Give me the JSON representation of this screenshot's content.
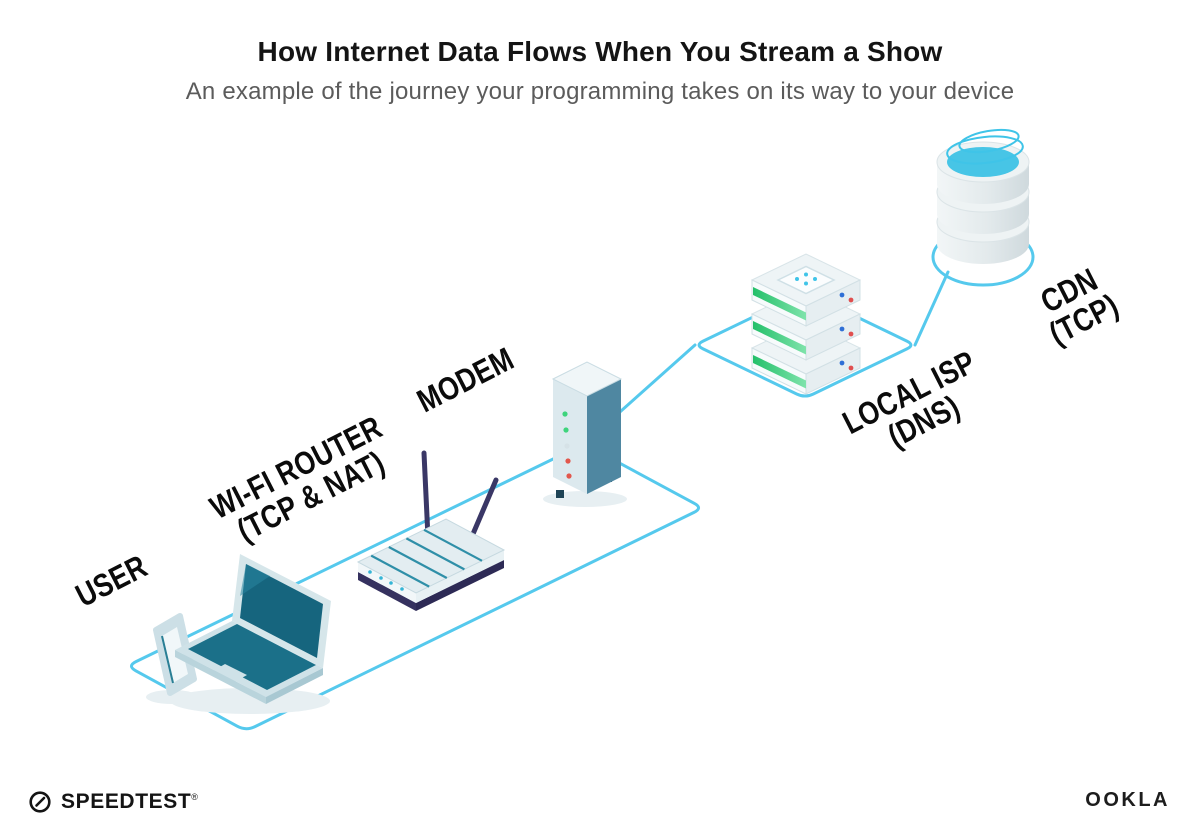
{
  "header": {
    "title": "How Internet Data Flows When You Stream a Show",
    "subtitle": "An example of the journey your programming takes on its way to your device"
  },
  "labels": {
    "user": "USER",
    "router1": "WI-FI ROUTER",
    "router2": "(TCP & NAT)",
    "modem": "MODEM",
    "isp1": "LOCAL ISP",
    "isp2": "(DNS)",
    "cdn1": "CDN",
    "cdn2": "(TCP)"
  },
  "flow_sequence": [
    "USER",
    "WI-FI ROUTER (TCP & NAT)",
    "MODEM",
    "LOCAL ISP (DNS)",
    "CDN (TCP)"
  ],
  "footer": {
    "speedtest": "SPEEDTEST",
    "speedtest_mark": "®",
    "ookla": "OOKLA"
  },
  "colors": {
    "connection_line": "#55c9ed",
    "device_teal_dark": "#16657e",
    "device_teal": "#1b7089",
    "device_light": "#cfe2e8",
    "antenna_navy": "#3a3766",
    "led_green": "#3ed47c",
    "led_red": "#e2574c",
    "led_blue": "#2f6fd6",
    "server_green": "#35d07f",
    "cdn_cyan": "#47c5e6",
    "label_text": "#0b0b0b"
  }
}
